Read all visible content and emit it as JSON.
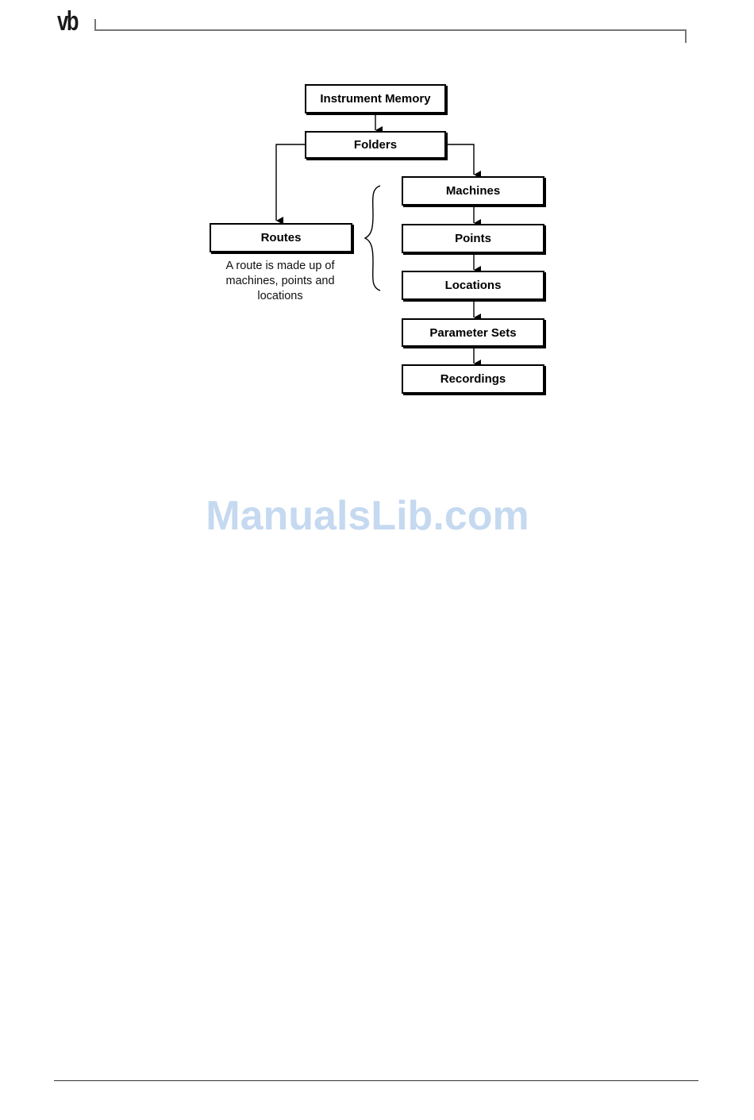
{
  "header": {
    "logo": "vb"
  },
  "diagram": {
    "nodes": {
      "instrument_memory": "Instrument Memory",
      "folders": "Folders",
      "routes": "Routes",
      "machines": "Machines",
      "points": "Points",
      "locations": "Locations",
      "parameter_sets": "Parameter Sets",
      "recordings": "Recordings"
    },
    "route_note": "A route is made up of machines, points and locations"
  },
  "watermark": "ManualsLib.com",
  "colors": {
    "line": "#000000",
    "rule": "#777777",
    "watermark": "#c5d9f0"
  }
}
